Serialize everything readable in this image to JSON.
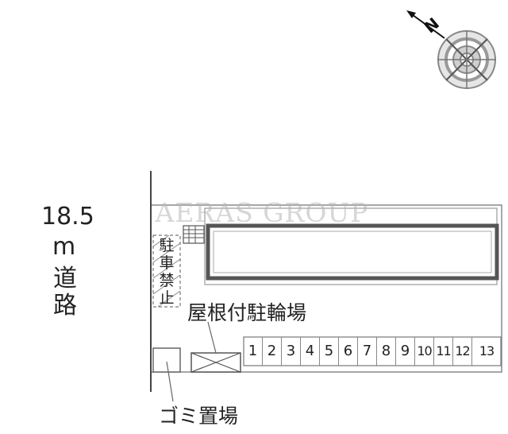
{
  "road": {
    "width": "18.5",
    "unit": "m",
    "label_chars": [
      "道",
      "路"
    ]
  },
  "watermark": "AERAS GROUP",
  "no_parking_chars": [
    "駐",
    "車",
    "禁",
    "止"
  ],
  "bike_parking_label": "屋根付駐輪場",
  "garbage_label": "ゴミ置場",
  "parking_spaces": [
    "1",
    "2",
    "3",
    "4",
    "5",
    "6",
    "7",
    "8",
    "9",
    "10",
    "11",
    "12",
    "13"
  ],
  "compass": {
    "direction_label": "N",
    "icon": "compass-rose-icon"
  }
}
